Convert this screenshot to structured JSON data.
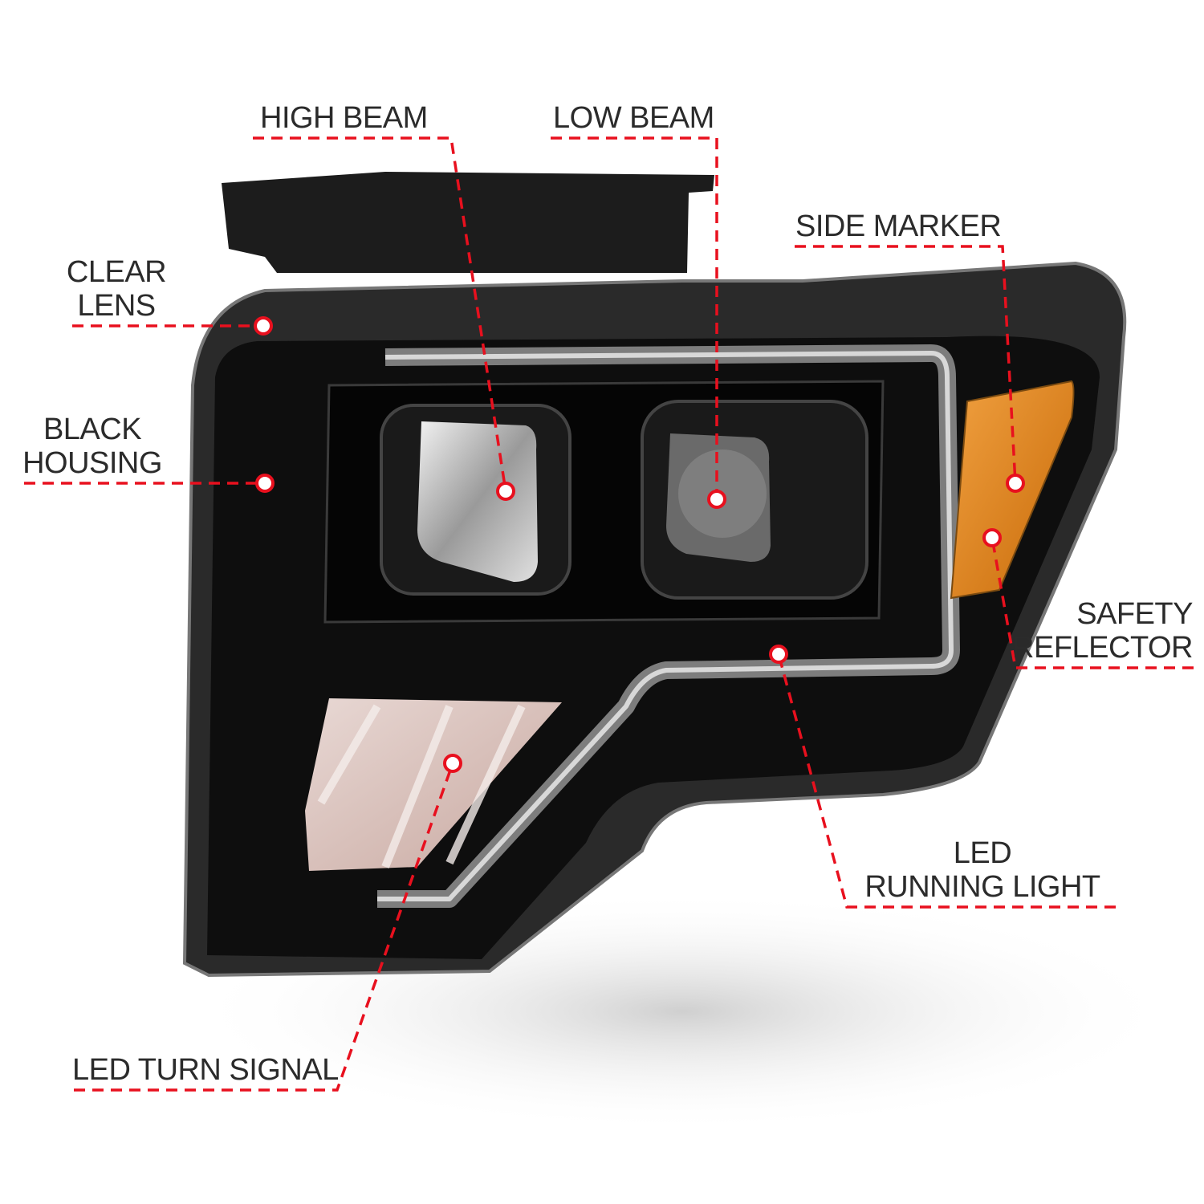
{
  "colors": {
    "callout": "#e8101e",
    "text": "#2b2b2b",
    "housing": "#111111",
    "amber": "#e08a1a"
  },
  "callouts": {
    "high_beam": {
      "label": "HIGH BEAM"
    },
    "low_beam": {
      "label": "LOW BEAM"
    },
    "side_marker": {
      "label": "SIDE MARKER"
    },
    "clear_lens": {
      "line1": "CLEAR",
      "line2": "LENS"
    },
    "black_housing": {
      "line1": "BLACK",
      "line2": "HOUSING"
    },
    "safety_reflector": {
      "line1": "SAFETY",
      "line2": "REFLECTOR"
    },
    "led_running_light": {
      "line1": "LED",
      "line2": "RUNNING LIGHT"
    },
    "led_turn_signal": {
      "label": "LED TURN SIGNAL"
    }
  }
}
